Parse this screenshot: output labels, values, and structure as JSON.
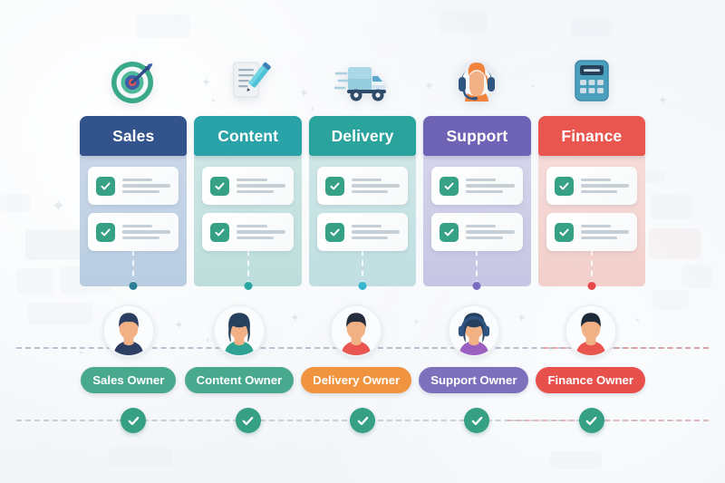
{
  "meta": {
    "background_color": "#f3f6f9",
    "accent_check_green": "#37a185"
  },
  "columns": [
    {
      "title": "Sales",
      "icon": "target-icon",
      "header_color": "#32538c",
      "body_tint_top": "#c9d7e8",
      "body_tint_bottom": "#b9cde1",
      "dot_color": "#2a7f96",
      "rows": [
        {
          "checked": true,
          "line_widths": [
            "62%",
            "100%",
            "76%"
          ]
        },
        {
          "checked": true,
          "line_widths": [
            "62%",
            "100%",
            "76%"
          ]
        }
      ]
    },
    {
      "title": "Content",
      "icon": "document-pencil-icon",
      "header_color": "#29a3a8",
      "body_tint_top": "#cde6e4",
      "body_tint_bottom": "#bcdedb",
      "dot_color": "#2aa7a0",
      "rows": [
        {
          "checked": true,
          "line_widths": [
            "62%",
            "100%",
            "76%"
          ]
        },
        {
          "checked": true,
          "line_widths": [
            "62%",
            "100%",
            "76%"
          ]
        }
      ]
    },
    {
      "title": "Delivery",
      "icon": "delivery-truck-icon",
      "header_color": "#2aa39c",
      "body_tint_top": "#cfe6e6",
      "body_tint_bottom": "#bfdfe2",
      "dot_color": "#35b6cf",
      "rows": [
        {
          "checked": true,
          "line_widths": [
            "62%",
            "100%",
            "76%"
          ]
        },
        {
          "checked": true,
          "line_widths": [
            "62%",
            "100%",
            "76%"
          ]
        }
      ]
    },
    {
      "title": "Support",
      "icon": "headset-support-icon",
      "header_color": "#6f63b5",
      "body_tint_top": "#d5d4ea",
      "body_tint_bottom": "#c6c5e4",
      "dot_color": "#7a6cc0",
      "rows": [
        {
          "checked": true,
          "line_widths": [
            "62%",
            "100%",
            "76%"
          ]
        },
        {
          "checked": true,
          "line_widths": [
            "62%",
            "100%",
            "76%"
          ]
        }
      ]
    },
    {
      "title": "Finance",
      "icon": "calculator-icon",
      "header_color": "#e8564f",
      "body_tint_top": "#f6dcd9",
      "body_tint_bottom": "#f2cfcb",
      "dot_color": "#e8484a",
      "rows": [
        {
          "checked": true,
          "line_widths": [
            "62%",
            "100%",
            "76%"
          ]
        },
        {
          "checked": true,
          "line_widths": [
            "62%",
            "100%",
            "76%"
          ]
        }
      ]
    }
  ],
  "owners": [
    {
      "label": "Sales Owner",
      "pill_color": "#48a98f",
      "avatar": "male-dark-navy-shirt",
      "avatar_hair": "#2d3e63",
      "avatar_shirt": "#2d3e63",
      "avatar_skin": "#f2b184"
    },
    {
      "label": "Content Owner",
      "pill_color": "#48a98f",
      "avatar": "female-teal-shirt",
      "avatar_hair": "#26415e",
      "avatar_shirt": "#2fa293",
      "avatar_skin": "#f2b184"
    },
    {
      "label": "Delivery Owner",
      "pill_color": "#f0943f",
      "avatar": "male-red-shirt",
      "avatar_hair": "#262d3d",
      "avatar_shirt": "#e8564f",
      "avatar_skin": "#f2b184"
    },
    {
      "label": "Support Owner",
      "pill_color": "#7d70bd",
      "avatar": "female-headset-purple-shirt",
      "avatar_hair": "#25405e",
      "avatar_shirt": "#9b5fc0",
      "avatar_skin": "#f2b184"
    },
    {
      "label": "Finance Owner",
      "pill_color": "#e8504b",
      "avatar": "male-red-shirt-dark-hair",
      "avatar_hair": "#1f2a38",
      "avatar_shirt": "#e8564f",
      "avatar_skin": "#f2b184"
    }
  ],
  "status_badges": [
    {
      "icon": "check-circle-icon",
      "color": "#35a084",
      "state": "complete"
    },
    {
      "icon": "check-circle-icon",
      "color": "#35a084",
      "state": "complete"
    },
    {
      "icon": "check-circle-icon",
      "color": "#35a084",
      "state": "complete"
    },
    {
      "icon": "check-circle-icon",
      "color": "#35a084",
      "state": "complete"
    },
    {
      "icon": "check-circle-icon",
      "color": "#35a084",
      "state": "complete"
    }
  ]
}
